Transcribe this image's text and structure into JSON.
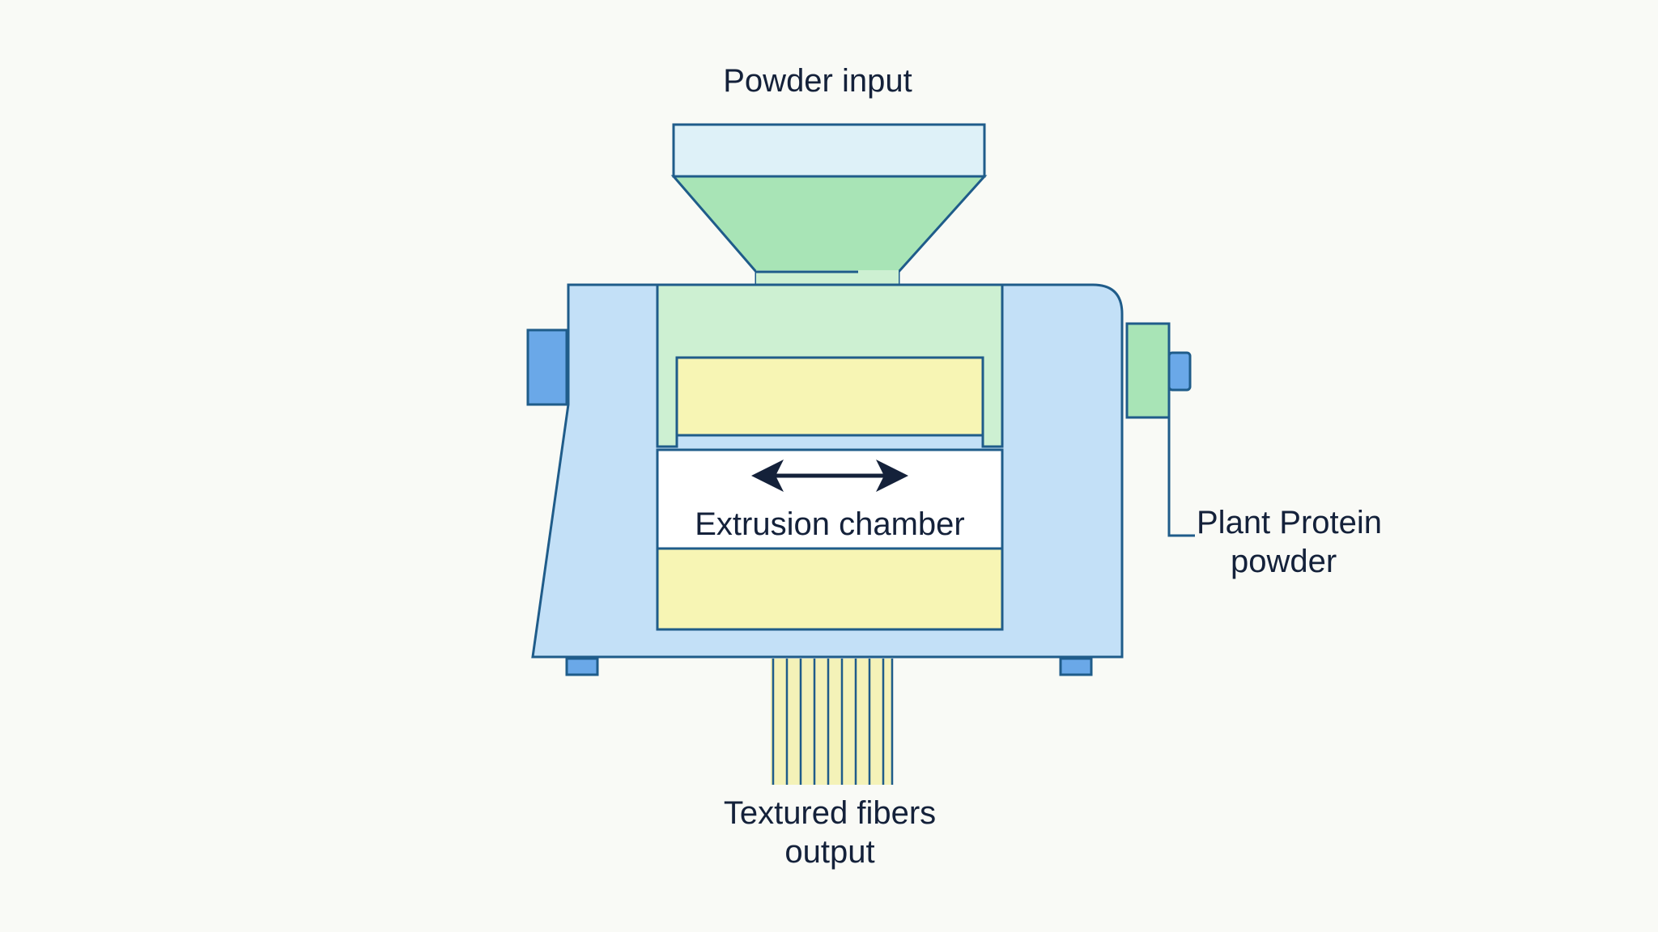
{
  "labels": {
    "powder_input": "Powder input",
    "extrusion_chamber": "Extrusion chamber",
    "plant_protein_line1": "Plant Protein",
    "plant_protein_line2": "powder",
    "fibers_line1": "Textured fibers",
    "fibers_line2": "output"
  },
  "colors": {
    "background": "#f9faf6",
    "outline": "#1f5c8a",
    "body_blue": "#c3e0f7",
    "accent_blue": "#6aa8e8",
    "hopper_green": "#a8e4b6",
    "chamber_green": "#cdf0d2",
    "hopper_top": "#def1f8",
    "yellow": "#f7f5b4",
    "chamber_white": "#ffffff",
    "arrow": "#14213a",
    "fiber": "#f4f2b8"
  },
  "icons": {
    "motion_arrow": "double-headed-arrow-icon"
  }
}
